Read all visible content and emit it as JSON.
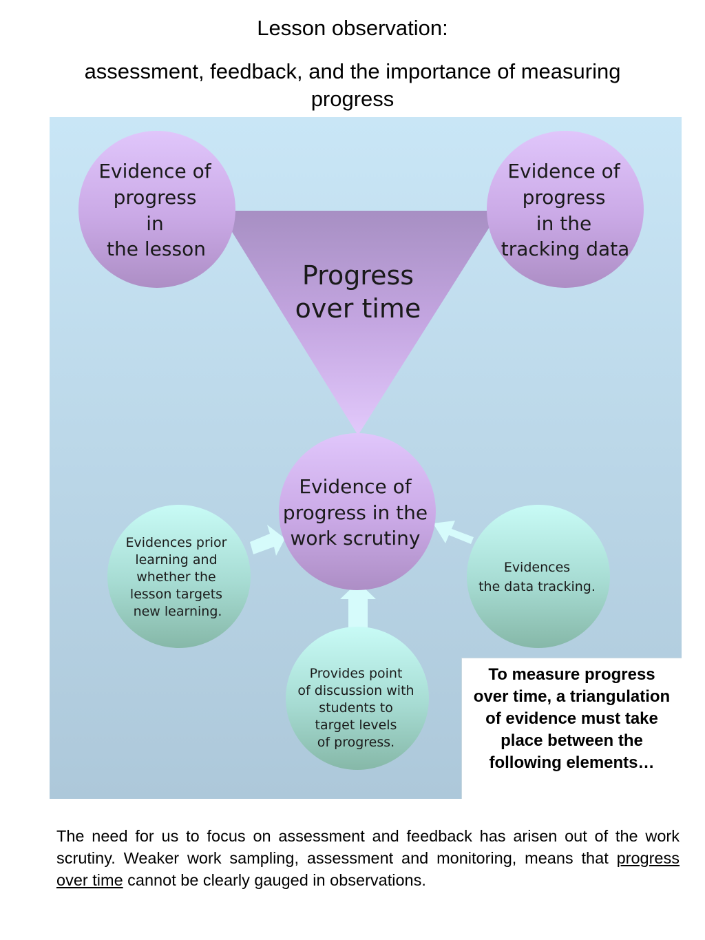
{
  "header": {
    "title_line_1": "Lesson observation:",
    "title_line_2": "assessment, feedback, and the importance of measuring progress"
  },
  "diagram": {
    "center_triangle": {
      "lines": [
        "Progress",
        "over time"
      ]
    },
    "top_left_circle": {
      "lines": [
        "Evidence of",
        "progress",
        "in",
        "the lesson"
      ]
    },
    "top_right_circle": {
      "lines": [
        "Evidence of",
        "progress",
        "in the",
        "tracking data"
      ]
    },
    "bottom_center_circle": {
      "lines": [
        "Evidence of",
        "progress in the",
        "work scrutiny"
      ]
    },
    "left_satellite": {
      "lines": [
        "Evidences prior",
        "learning and",
        "whether the",
        "lesson targets",
        "new learning."
      ]
    },
    "right_satellite": {
      "lines": [
        "Evidences",
        "the data tracking."
      ]
    },
    "bottom_satellite": {
      "lines": [
        "Provides point",
        "of discussion with",
        "students to",
        "target levels",
        "of progress."
      ]
    },
    "colors": {
      "panel_top": "#c9e6f6",
      "panel_bottom": "#adc8da",
      "circle_light": "#e0c6fb",
      "circle_dark": "#ad8ec5",
      "satellite_light": "#c8fbf6",
      "satellite_dark": "#86b8a8",
      "arrow": "#d6fbfb"
    }
  },
  "callout": {
    "text": "To measure progress over time, a triangulation of evidence must take place between the following elements…"
  },
  "footer": {
    "text_before": "The need for us to focus on assessment and feedback has arisen out of the work scrutiny. Weaker work sampling, assessment and monitoring, means that ",
    "underlined": "progress over time",
    "text_after": " cannot be clearly gauged in observations."
  }
}
